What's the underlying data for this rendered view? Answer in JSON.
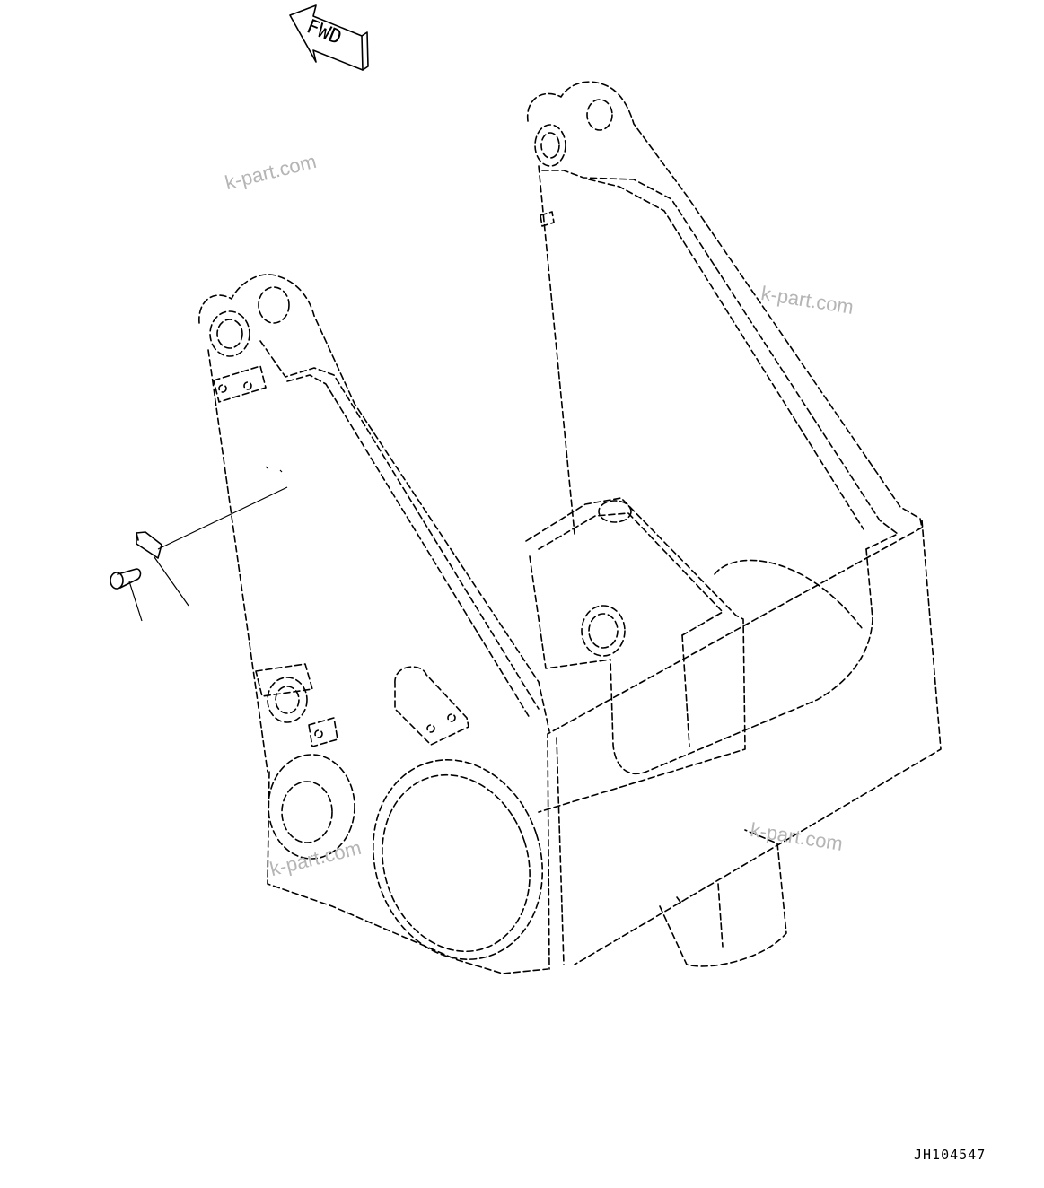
{
  "arrow": {
    "text": "FWD"
  },
  "watermarks": [
    "k-part.com",
    "k-part.com",
    "k-part.com",
    "k-part.com"
  ],
  "drawing_number": "JH104547"
}
